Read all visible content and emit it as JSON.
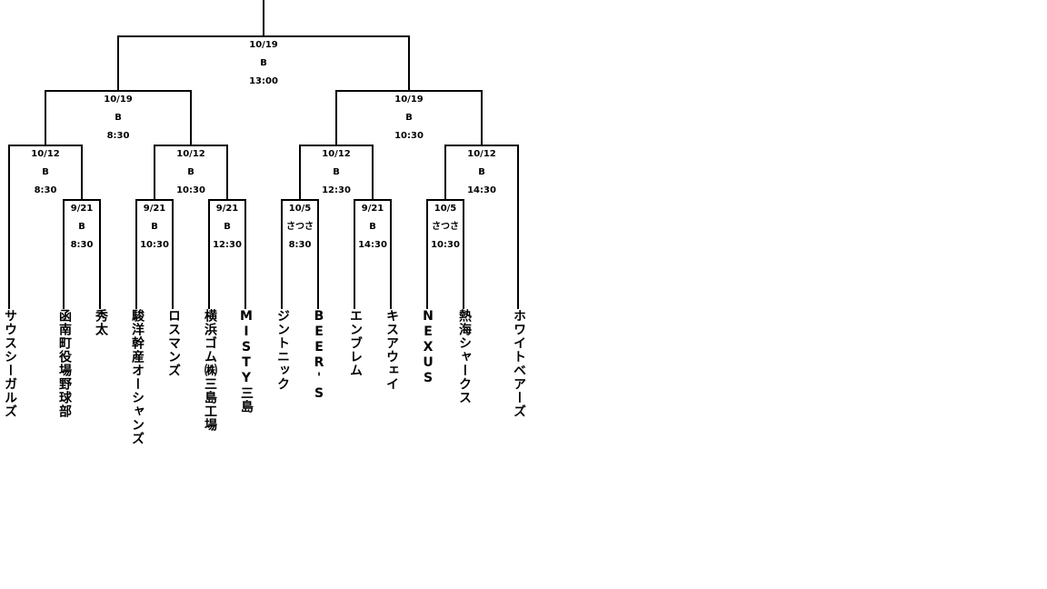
{
  "teams": [
    "サウスシーガルズ",
    "函南町役場野球部",
    "秀太",
    "駿洋幹産オーシャンズ",
    "ロスマンズ",
    "横浜ゴム㈱三島工場",
    "MISTY三島",
    "ジントニック",
    "BEER'S",
    "エンブレム",
    "キスアウェイ",
    "NEXUS",
    "熱海シャークス",
    "ホワイトベアーズ"
  ],
  "matches": {
    "final": {
      "date": "10/19",
      "venue": "B",
      "time": "13:00"
    },
    "sf1": {
      "date": "10/19",
      "venue": "B",
      "time": "8:30"
    },
    "sf2": {
      "date": "10/19",
      "venue": "B",
      "time": "10:30"
    },
    "qf1": {
      "date": "10/12",
      "venue": "B",
      "time": "8:30"
    },
    "qf2": {
      "date": "10/12",
      "venue": "B",
      "time": "10:30"
    },
    "qf3": {
      "date": "10/12",
      "venue": "B",
      "time": "12:30"
    },
    "qf4": {
      "date": "10/12",
      "venue": "B",
      "time": "14:30"
    },
    "r1a": {
      "date": "9/21",
      "venue": "B",
      "time": "8:30"
    },
    "r1b": {
      "date": "9/21",
      "venue": "B",
      "time": "10:30"
    },
    "r1c": {
      "date": "9/21",
      "venue": "B",
      "time": "12:30"
    },
    "r1d": {
      "date": "10/5",
      "venue": "さつさ",
      "time": "8:30"
    },
    "r1e": {
      "date": "9/21",
      "venue": "B",
      "time": "14:30"
    },
    "r1f": {
      "date": "10/5",
      "venue": "さつさ",
      "time": "10:30"
    }
  }
}
